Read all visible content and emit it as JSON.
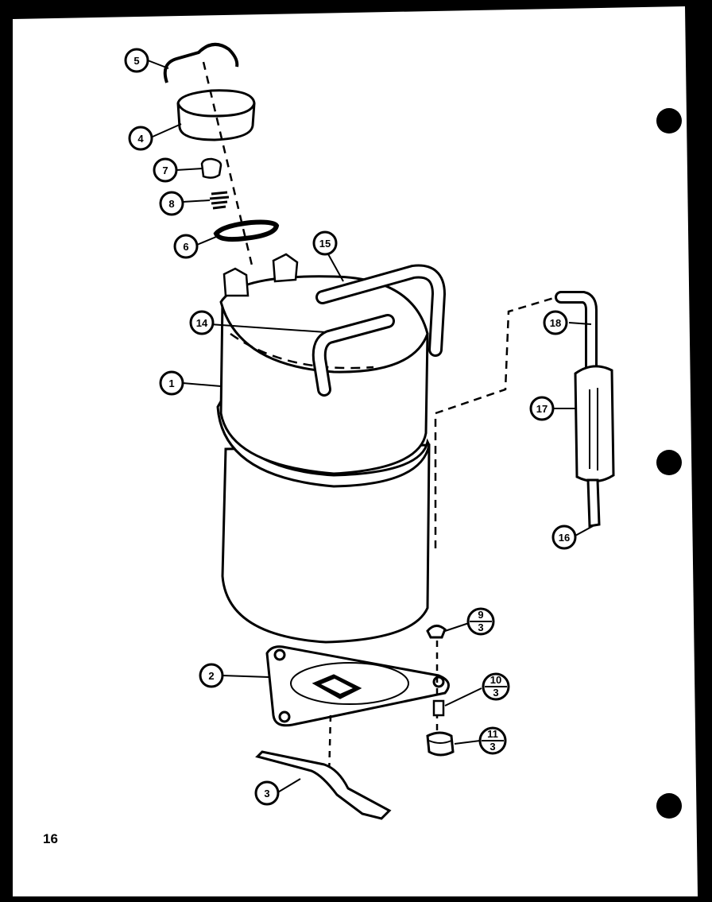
{
  "page": {
    "page_number": "16",
    "background_color": "#000000",
    "paper_color": "#ffffff",
    "ink_color": "#000000"
  },
  "callouts": {
    "c1": "1",
    "c2": "2",
    "c3": "3",
    "c4": "4",
    "c5": "5",
    "c6": "6",
    "c7": "7",
    "c8": "8",
    "c14": "14",
    "c15": "15",
    "c16": "16",
    "c17": "17",
    "c18": "18",
    "c9_top": "9",
    "c9_bottom": "3",
    "c10_top": "10",
    "c10_bottom": "3",
    "c11_top": "11",
    "c11_bottom": "3"
  }
}
